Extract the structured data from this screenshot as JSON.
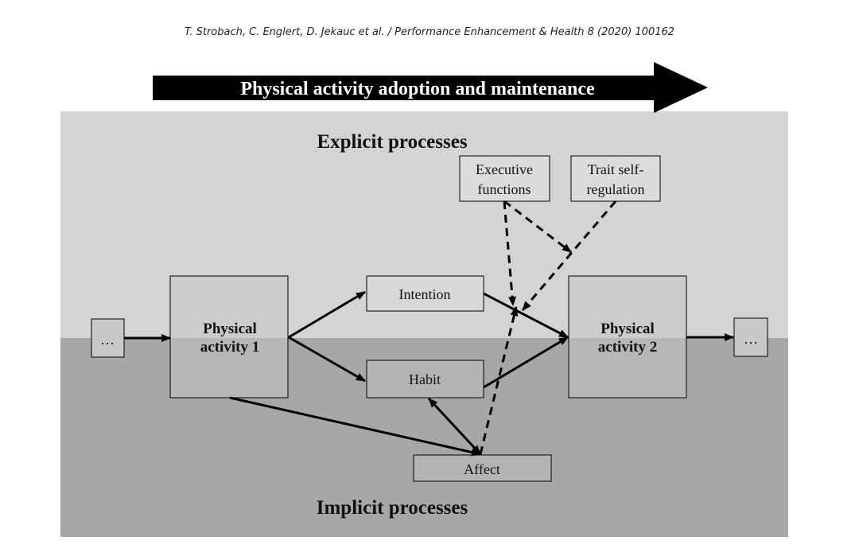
{
  "header": {
    "citation": "T. Strobach, C. Englert, D. Jekauc et al. / Performance Enhancement & Health 8 (2020) 100162"
  },
  "diagram": {
    "arrow_title": "Physical activity adoption and maintenance",
    "explicit_label": "Explicit processes",
    "implicit_label": "Implicit processes",
    "nodes": {
      "dots_left": "…",
      "pa1_line1": "Physical",
      "pa1_line2": "activity 1",
      "intention": "Intention",
      "habit": "Habit",
      "affect": "Affect",
      "pa2_line1": "Physical",
      "pa2_line2": "activity 2",
      "dots_right": "…",
      "exec_line1": "Executive",
      "exec_line2": "functions",
      "trait_line1": "Trait self-",
      "trait_line2": "regulation"
    },
    "colors": {
      "explicit_bg": "#d3d3d3",
      "implicit_bg": "#a6a6a6",
      "box_fill": "#d0d0d0",
      "ink": "#000000"
    }
  }
}
